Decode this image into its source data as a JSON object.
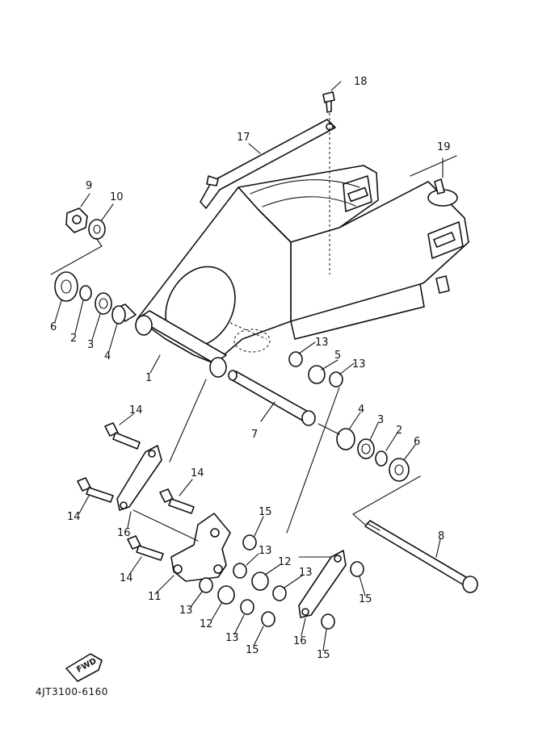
{
  "diagram": {
    "part_code": "4JT3100-6160",
    "fwd_label": "FWD",
    "callouts": [
      "18",
      "17",
      "19",
      "9",
      "10",
      "6",
      "2",
      "3",
      "4",
      "1",
      "13",
      "5",
      "13",
      "14",
      "7",
      "4",
      "3",
      "2",
      "6",
      "14",
      "14",
      "16",
      "15",
      "13",
      "12",
      "13",
      "11",
      "13",
      "12",
      "13",
      "15",
      "8",
      "16",
      "15",
      "15",
      "14"
    ]
  }
}
